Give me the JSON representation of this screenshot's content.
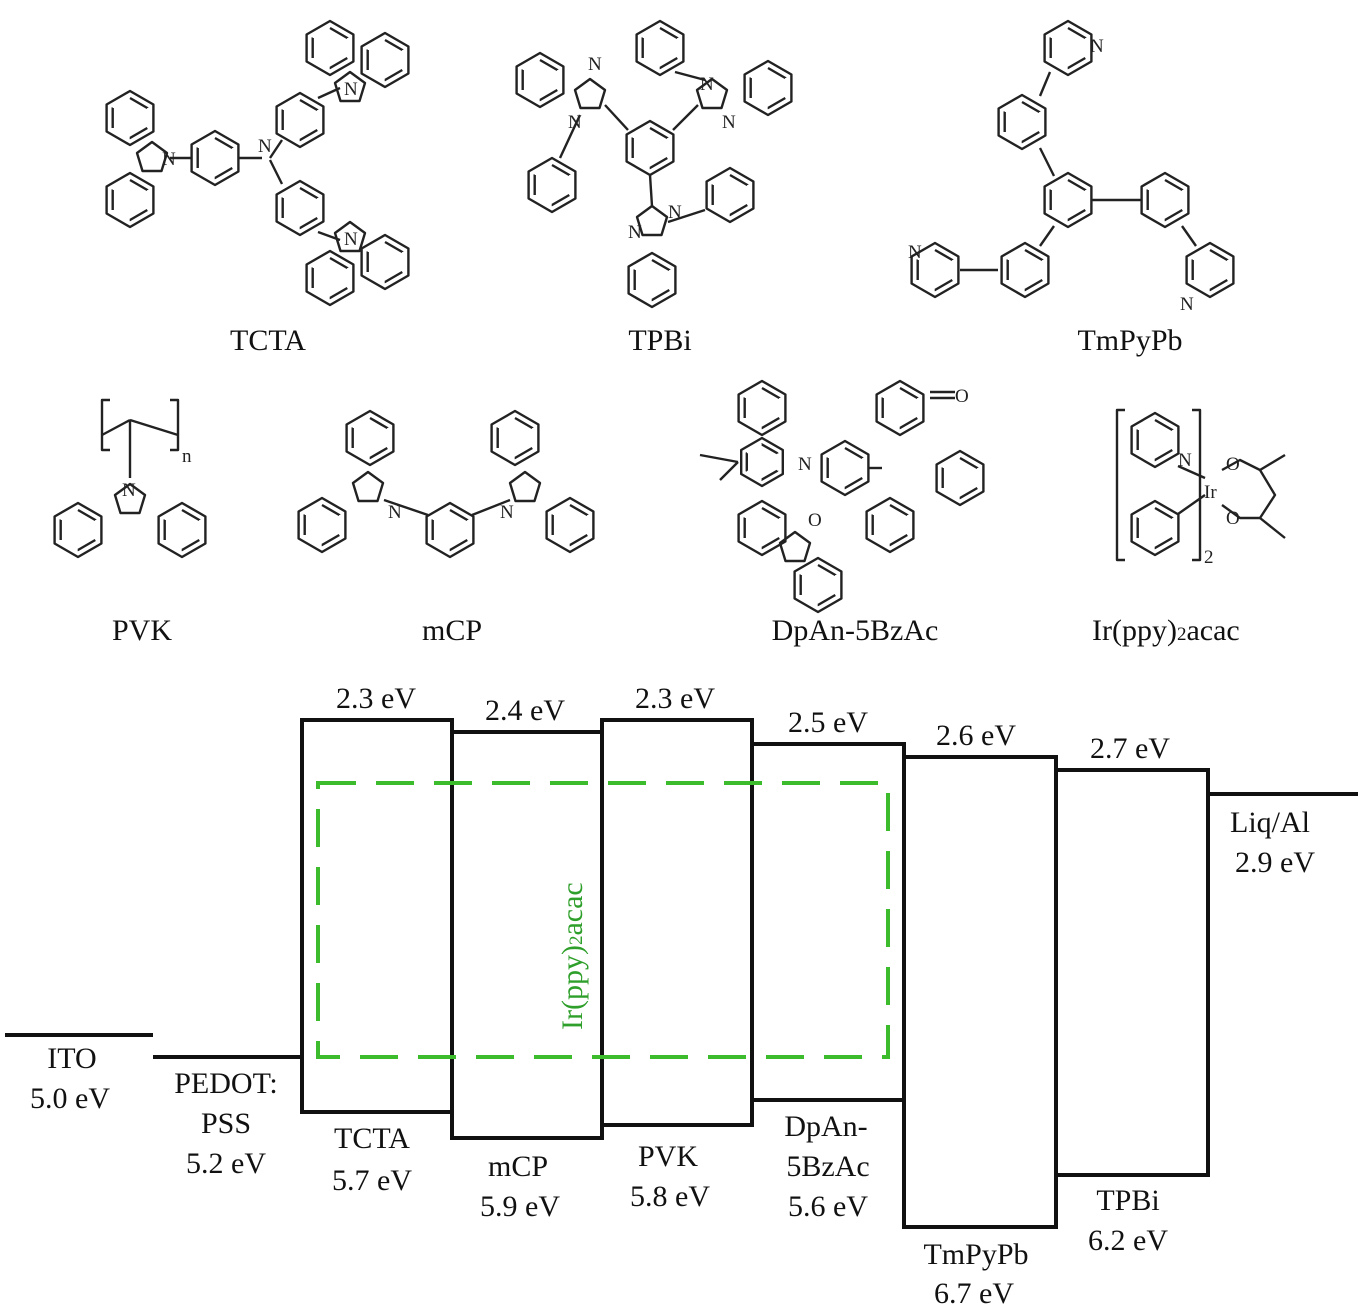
{
  "molecules": {
    "tcta": "TCTA",
    "tpbi": "TPBi",
    "tmpypb": "TmPyPb",
    "pvk": "PVK",
    "mcp": "mCP",
    "dpan": "DpAn-5BzAc",
    "irppy_main": "Ir(ppy)",
    "irppy_sub": "2",
    "irppy_end": "acac"
  },
  "atoms": {
    "n": "N",
    "o": "O",
    "ir": "Ir",
    "n_sub": "n",
    "two": "2"
  },
  "levels": {
    "ito": {
      "name": "ITO",
      "value": "5.0 eV"
    },
    "pedot": {
      "name1": "PEDOT:",
      "name2": "PSS",
      "value": "5.2 eV"
    },
    "tcta": {
      "lumo": "2.3 eV",
      "name": "TCTA",
      "homo": "5.7 eV"
    },
    "mcp": {
      "lumo": "2.4 eV",
      "name": "mCP",
      "homo": "5.9 eV"
    },
    "pvk": {
      "lumo": "2.3 eV",
      "name": "PVK",
      "homo": "5.8 eV"
    },
    "dpan": {
      "lumo": "2.5 eV",
      "name1": "DpAn-",
      "name2": "5BzAc",
      "homo": "5.6 eV"
    },
    "tmpypb": {
      "lumo": "2.6 eV",
      "name": "TmPyPb",
      "homo": "6.7 eV"
    },
    "tpbi": {
      "lumo": "2.7 eV",
      "name": "TPBi",
      "homo": "6.2 eV"
    },
    "liqal": {
      "name": "Liq/Al",
      "value": "2.9 eV"
    }
  },
  "dopant": {
    "main": "Ir(ppy)",
    "sub": "2",
    "end": "acac"
  },
  "colors": {
    "dopant_box": "#3cbc2c",
    "dopant_text": "#2e9f2a",
    "lines": "#111111"
  }
}
